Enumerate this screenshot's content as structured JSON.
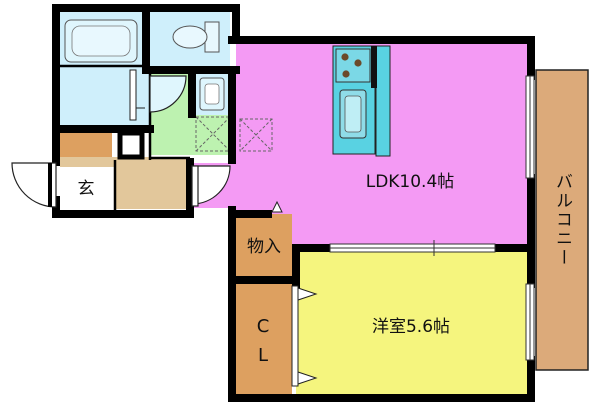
{
  "rooms": {
    "genkan": "玄",
    "ldk": "LDK10.4帖",
    "storage": "物入",
    "closet_top": "C",
    "closet_bottom": "L",
    "western": "洋室5.6帖",
    "balcony": "バルコニー"
  },
  "colors": {
    "ldk": "#f49af4",
    "western": "#f5f57e",
    "storage": "#dda060",
    "entrance": "#e2c79b",
    "wet": "#cfeffb",
    "washroom": "#bdf2b0",
    "balcony": "#dcaa7a",
    "counter": "#59d2e2",
    "wall": "#000000"
  }
}
